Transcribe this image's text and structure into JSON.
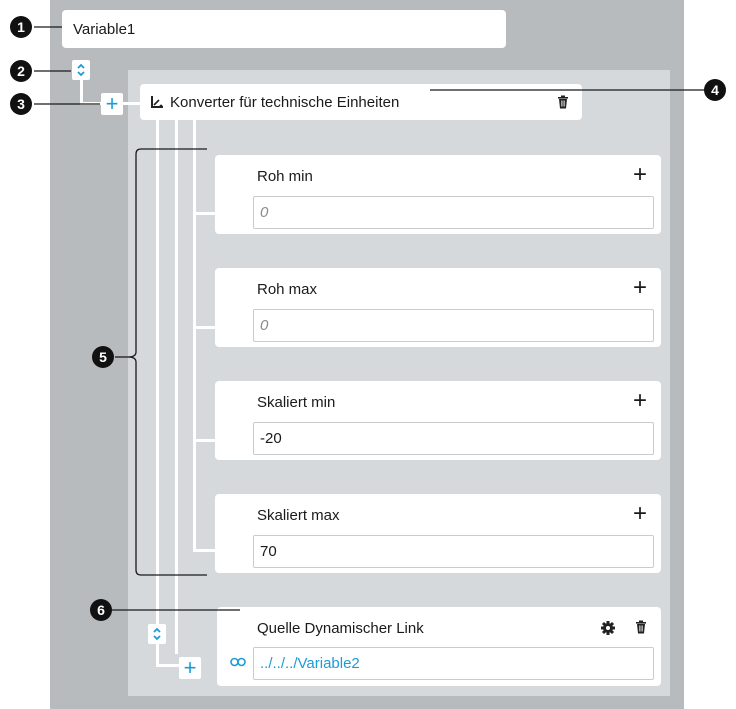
{
  "variable": {
    "name": "Variable1"
  },
  "converter": {
    "title": "Konverter für technische Einheiten",
    "icon": "scale-converter-icon"
  },
  "params": [
    {
      "label": "Roh min",
      "value": "0",
      "placeholder": true
    },
    {
      "label": "Roh max",
      "value": "0",
      "placeholder": true
    },
    {
      "label": "Skaliert min",
      "value": "-20",
      "placeholder": false
    },
    {
      "label": "Skaliert max",
      "value": "70",
      "placeholder": false
    }
  ],
  "link_source": {
    "title": "Quelle Dynamischer Link",
    "value": "../../../Variable2"
  },
  "callouts": [
    "1",
    "2",
    "3",
    "4",
    "5",
    "6"
  ],
  "colors": {
    "accent": "#1e9bd7",
    "outer": "#b8bbbe",
    "inner": "#d6d9dc"
  }
}
